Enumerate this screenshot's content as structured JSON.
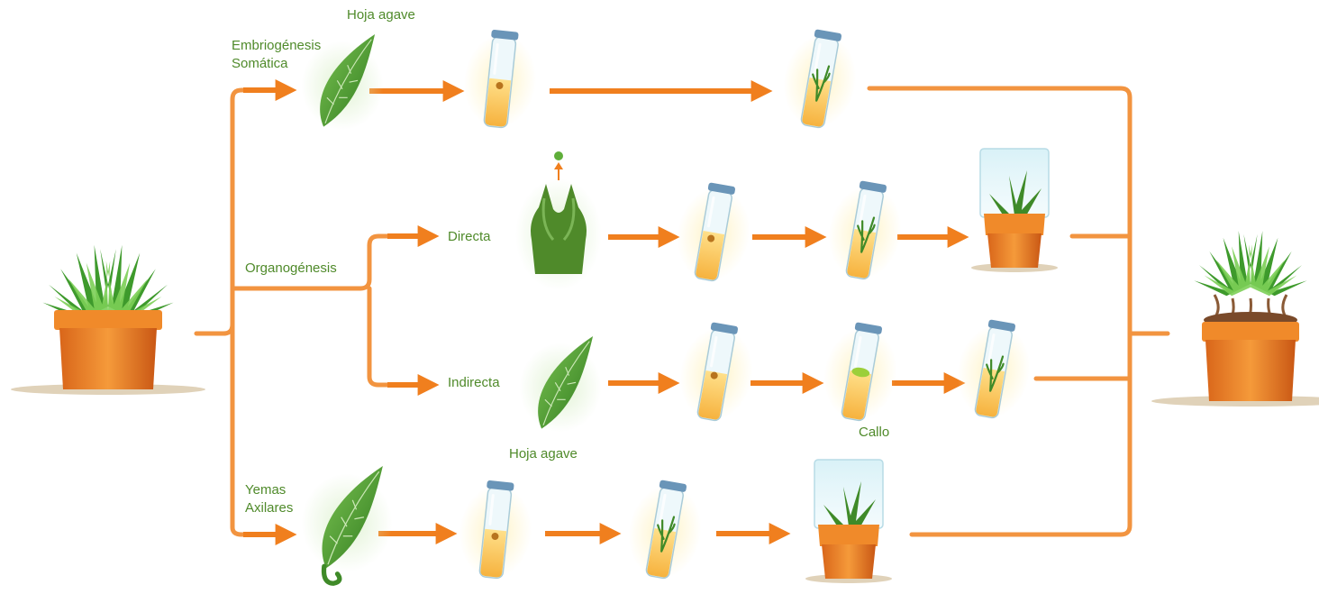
{
  "labels": {
    "hoja_agave_top": "Hoja agave",
    "embriogenesis": [
      "Embriogénesis",
      "Somática"
    ],
    "organogenesis": "Organogénesis",
    "directa": "Directa",
    "indirecta": "Indirecta",
    "hoja_agave_mid": "Hoja agave",
    "callo": "Callo",
    "yemas": [
      "Yemas",
      "Axilares"
    ]
  },
  "colors": {
    "flow_orange": "#f07f1e",
    "flow_light": "#f7a65a",
    "label_green": "#4f8a2a",
    "leaf_green": "#3f8a28",
    "pot_orange": "#e4781c",
    "medium_yellow": "#f8c04a",
    "cap_blue": "#6a95b8"
  },
  "icons": {
    "mother_plant": "potted-agave-icon",
    "final_plant": "rooted-agave-pot-icon",
    "leaf": "agave-leaf-icon",
    "tube": "culture-tube-icon",
    "jar": "glass-jar-plantlet-icon",
    "explant": "meristem-explant-icon"
  }
}
